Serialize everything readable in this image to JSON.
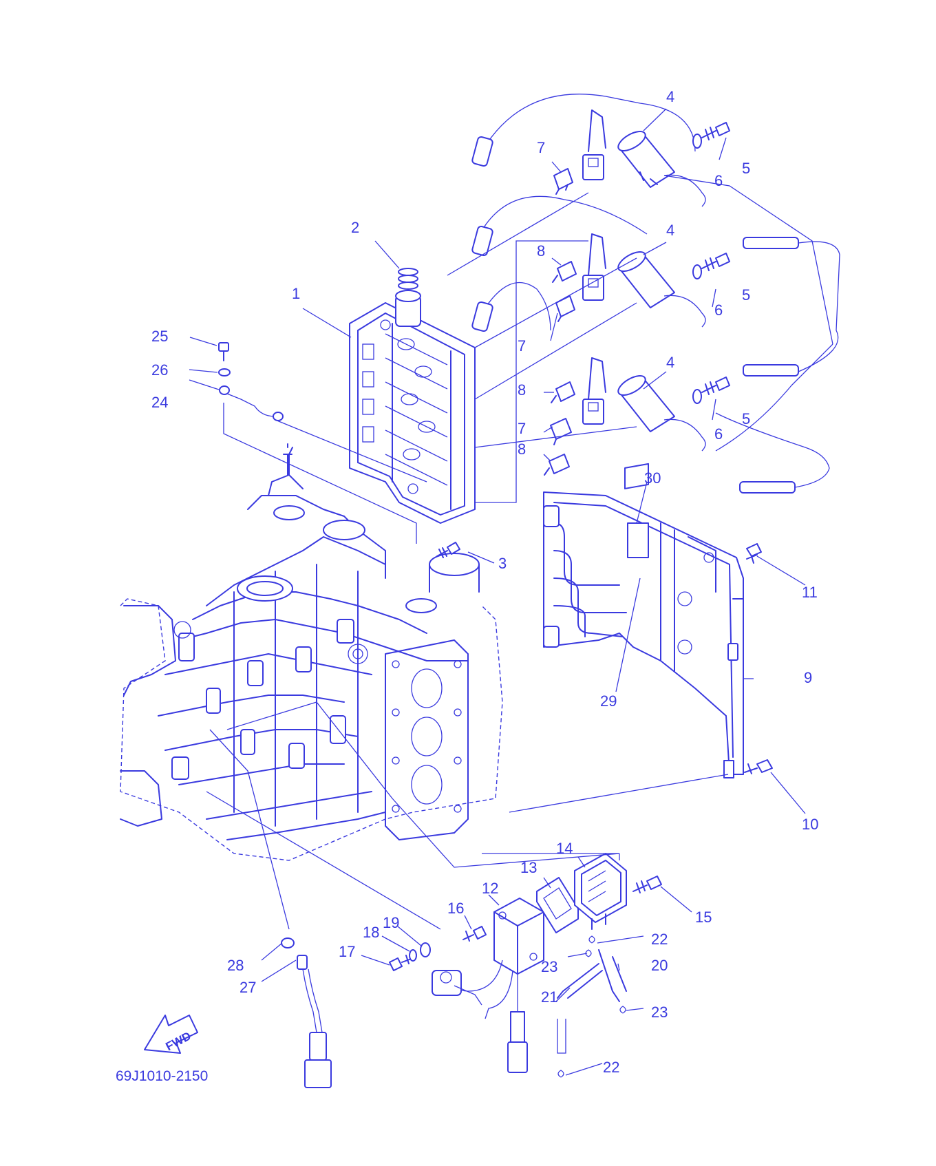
{
  "diagram": {
    "code": "69J1010-2150",
    "fwd_text": "FWD",
    "accent_color": "#3a3adf",
    "labels": [
      "1",
      "2",
      "3",
      "4",
      "4",
      "4",
      "5",
      "5",
      "5",
      "6",
      "6",
      "6",
      "7",
      "7",
      "7",
      "8",
      "8",
      "8",
      "9",
      "10",
      "11",
      "12",
      "13",
      "14",
      "15",
      "16",
      "17",
      "18",
      "19",
      "20",
      "21",
      "22",
      "22",
      "23",
      "23",
      "24",
      "25",
      "26",
      "27",
      "28",
      "29",
      "30"
    ]
  }
}
